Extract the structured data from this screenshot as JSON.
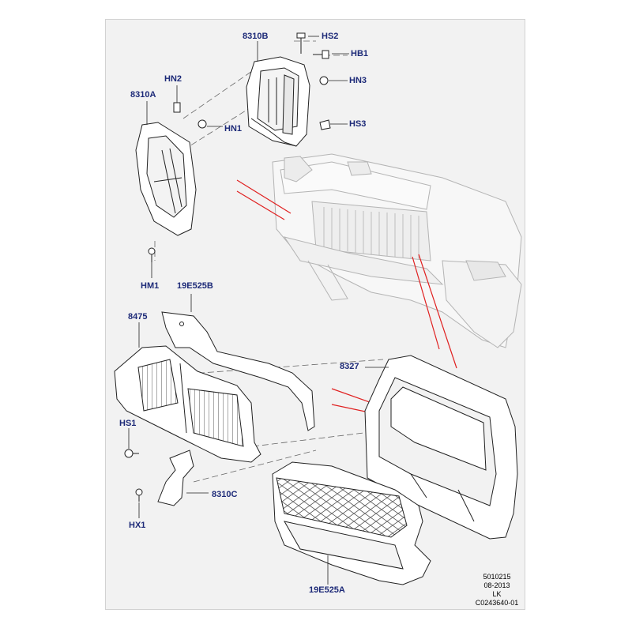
{
  "labels": {
    "p8310B": "8310B",
    "hs2": "HS2",
    "hb1": "HB1",
    "hn3": "HN3",
    "hn2": "HN2",
    "p8310A": "8310A",
    "hn1": "HN1",
    "hs3": "HS3",
    "hm1": "HM1",
    "p19E525B": "19E525B",
    "p8475": "8475",
    "p8327": "8327",
    "hs1": "HS1",
    "p8310C": "8310C",
    "hx1": "HX1",
    "p19E525A": "19E525A"
  },
  "footer": {
    "line1": "5010215",
    "line2": "08-2013",
    "line3": "LK",
    "line4": "C0243640-01"
  },
  "colors": {
    "callout_text": "#1d2a78",
    "leader_red": "#e02020",
    "background": "#f2f2f2",
    "line": "#333333",
    "ghost": "#b0b0b0"
  }
}
